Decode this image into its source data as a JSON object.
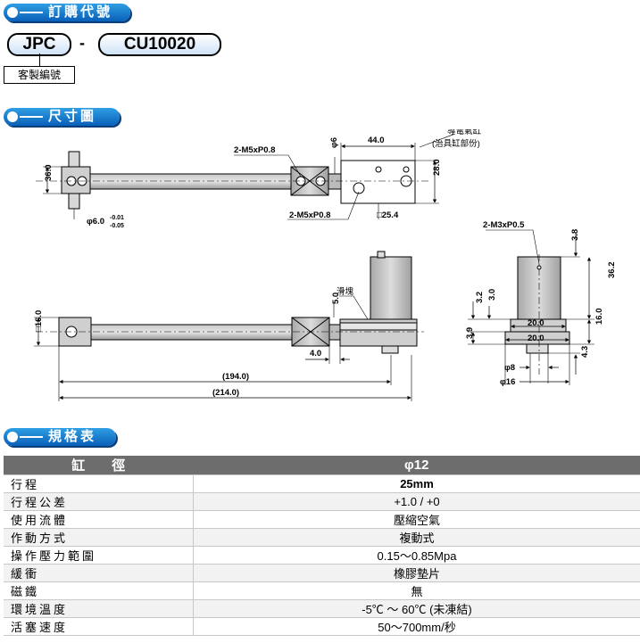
{
  "sections": {
    "order_code": "訂購代號",
    "dimensions": "尺寸圖",
    "specs": "規格表"
  },
  "order": {
    "prefix": "JPC",
    "separator": "-",
    "model": "CU10020",
    "code_label": "客製編號"
  },
  "drawing": {
    "view1": {
      "dim_36": "36.0",
      "shaft_dia": "φ6.0",
      "shaft_tol_upper": "-0.01",
      "shaft_tol_lower": "-0.05",
      "m5_top": "2-M5xP0.8",
      "m5_bottom": "2-M5xP0.8",
      "phi6": "φ6",
      "dim_44": "44.0",
      "dim_28": "28.0",
      "dim_25_4": "□25.4",
      "cyl_label": "導電氣缸",
      "cyl_note": "(治具缸部份)"
    },
    "view2": {
      "sq16": "□16.0",
      "dim_5": "5.0",
      "slider": "滑塊",
      "dim_4": "4.0",
      "dim_194": "(194.0)",
      "dim_214": "(214.0)"
    },
    "view3": {
      "m3": "2-M3xP0.5",
      "dim_3_8": "3.8",
      "dim_36_2": "36.2",
      "dim_3_2": "3.2",
      "dim_3_0": "3.0",
      "dim_20_top": "20.0",
      "dim_20_bot": "20.0",
      "dim_16": "16.0",
      "dim_3_9": "3.9",
      "dim_4_3": "4.3",
      "phi8": "φ8",
      "phi16": "φ16"
    }
  },
  "spec_table": {
    "header_label": "缸　　徑",
    "header_value": "φ12",
    "rows": [
      {
        "label": "行程",
        "value": "25mm"
      },
      {
        "label": "行程公差",
        "value": "+1.0 / +0"
      },
      {
        "label": "使用流體",
        "value": "壓縮空氣"
      },
      {
        "label": "作動方式",
        "value": "複動式"
      },
      {
        "label": "操作壓力範圍",
        "value": "0.15～0.85Mpa"
      },
      {
        "label": "緩衝",
        "value": "橡膠墊片"
      },
      {
        "label": "磁鐵",
        "value": "無"
      },
      {
        "label": "環境溫度",
        "value": "-5℃ ～ 60℃ (未凍結)"
      },
      {
        "label": "活塞速度",
        "value": "50～700mm/秒"
      }
    ]
  }
}
